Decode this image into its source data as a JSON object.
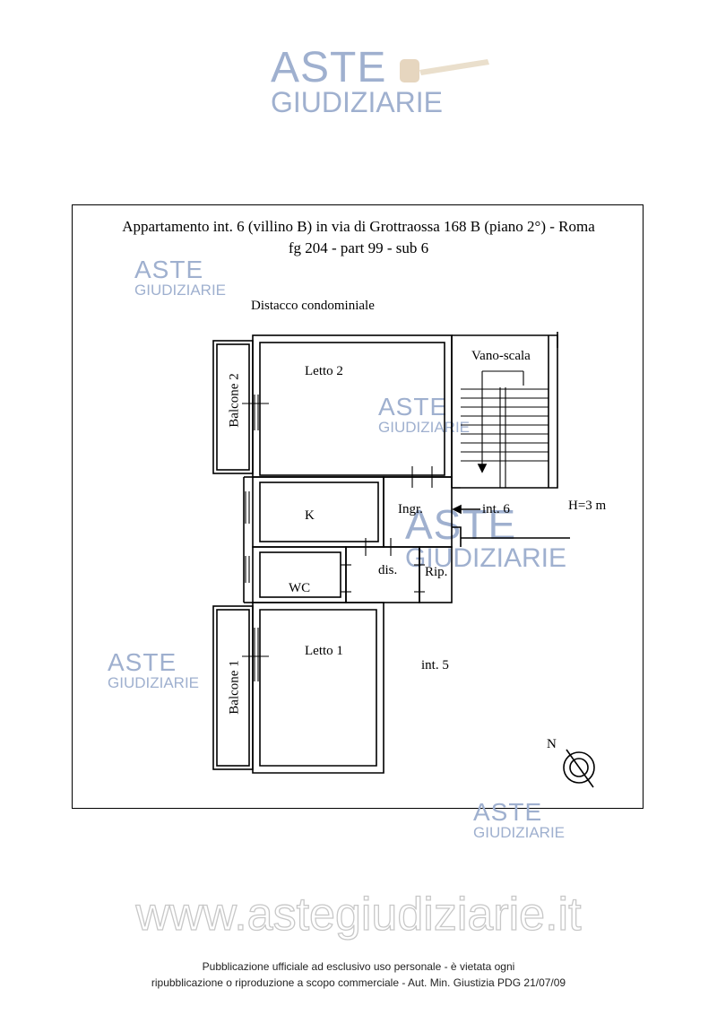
{
  "logo": {
    "aste": "ASTE",
    "giudiziarie": "GIUDIZIARIE"
  },
  "title": {
    "line1": "Appartamento int. 6 (villino B) in via di Grottraossa 168 B (piano 2°) - Roma",
    "line2": "fg 204 - part 99 - sub 6"
  },
  "labels": {
    "distacco": "Distacco condominiale",
    "letto2": "Letto 2",
    "balcone2": "Balcone 2",
    "vano_scala": "Vano-scala",
    "k": "K",
    "ingr": "Ingr.",
    "int6": "int. 6",
    "height": "H=3 m",
    "wc": "WC",
    "dis": "dis.",
    "rip": "Rip.",
    "letto1": "Letto 1",
    "balcone1": "Balcone 1",
    "int5": "int. 5",
    "north": "N"
  },
  "website": "www.astegiudiziarie.it",
  "footer": {
    "line1": "Pubblicazione ufficiale ad esclusivo uso personale - è vietata ogni",
    "line2": "ripubblicazione o riproduzione a scopo commerciale - Aut. Min. Giustizia PDG 21/07/09"
  },
  "colors": {
    "watermark": "#9fb0cf",
    "hammer": "#e6d6bf",
    "ink": "#000000"
  }
}
